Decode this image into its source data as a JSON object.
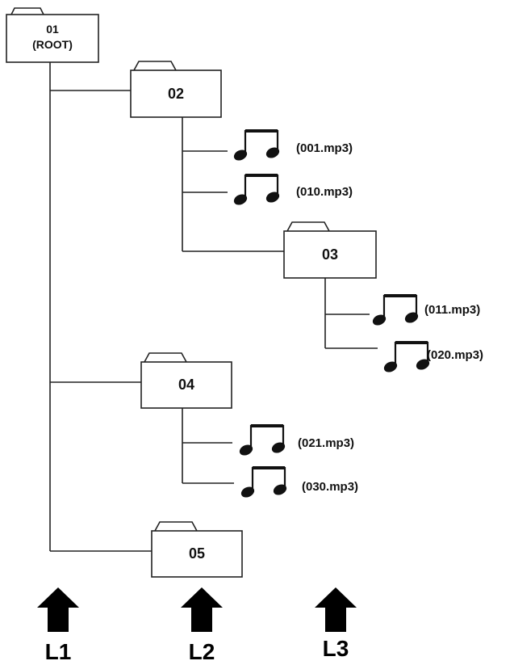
{
  "folders": {
    "root": {
      "number": "01",
      "name": "(ROOT)"
    },
    "f02": {
      "number": "02"
    },
    "f03": {
      "number": "03"
    },
    "f04": {
      "number": "04"
    },
    "f05": {
      "number": "05"
    }
  },
  "files": {
    "file_001": "(001.mp3)",
    "file_010": "(010.mp3)",
    "file_011": "(011.mp3)",
    "file_020": "(020.mp3)",
    "file_021": "(021.mp3)",
    "file_030": "(030.mp3)"
  },
  "levels": [
    "L1",
    "L2",
    "L3"
  ],
  "colors": {
    "line": "#222222",
    "ink": "#111111",
    "background": "#ffffff"
  },
  "icons": {
    "folder": "folder-icon",
    "file": "music-note-icon",
    "level_marker": "up-arrow-icon"
  }
}
